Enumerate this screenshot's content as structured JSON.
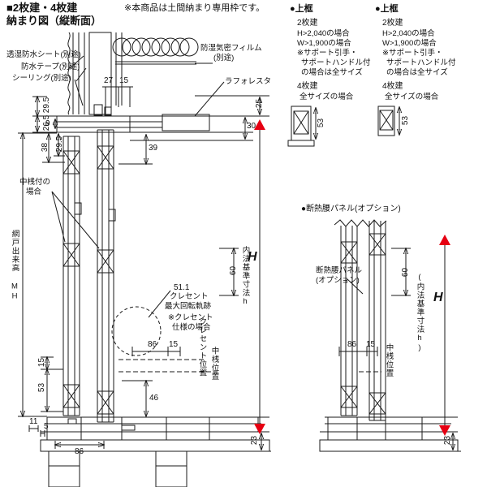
{
  "header": {
    "series": "■2枚建・4枚建",
    "title": "納まり図（縦断面）",
    "note": "※本商品は土間納まり専用枠です。"
  },
  "uf_left": {
    "title": "●上框",
    "p2_label": "2枚建",
    "p2_cond1": "H>2,040の場合",
    "p2_cond2": "W>1,900の場合",
    "p2_note1": "※サポート引手・",
    "p2_note2": "サポートハンドル付",
    "p2_note3": "の場合は全サイズ",
    "p4_label": "4枚建",
    "p4_cond": "全サイズの場合",
    "dim53": "53"
  },
  "uf_right": {
    "title": "●上框",
    "p2_label": "2枚建",
    "p2_cond1": "H>2,040の場合",
    "p2_cond2": "W>1,900の場合",
    "p2_note1": "※サポート引手・",
    "p2_note2": "サポートハンドル付",
    "p2_note3": "の場合は全サイズ",
    "p4_label": "4枚建",
    "p4_cond": "全サイズの場合",
    "dim53": "53"
  },
  "main": {
    "callouts": {
      "sheet": "透湿防水シート(別途)",
      "tape": "防水テープ(別途)",
      "seal": "シーリング(別途)",
      "film1": "防湿気密フィルム",
      "film2": "(別途)",
      "laforesta": "ラフォレスタ",
      "rail_case1": "中桟付の",
      "rail_case2": "場合",
      "screen_mh": "網戸出来高 MH",
      "cres_dim": "51.1",
      "cres_l1": "クレセント",
      "cres_l2": "最大回転軌跡",
      "cres_l3": "※クレセント",
      "cres_l4": "仕様の場合",
      "cres_pos": "クレセント位置",
      "rail_pos": "中桟位置",
      "inner_dim": "内法基準寸法h",
      "h_label": "H"
    },
    "dims": {
      "d27": "27",
      "d15_top": "15",
      "d29_5a": "29.5",
      "d26_5": "26.5",
      "d9": "9",
      "d38": "38",
      "d29_5b": "29.5",
      "d25": "25",
      "d30": "30",
      "d39": "39",
      "d60": "60",
      "d86_mid": "86",
      "d15_mid": "15",
      "d15_left": "15",
      "d53_left": "53",
      "d46": "46",
      "d11": "11",
      "d5": "5",
      "d86_bot": "86",
      "d23": "23"
    }
  },
  "option": {
    "title": "●断熱腰パネル(オプション)",
    "panel_l1": "断熱腰パネル",
    "panel_l2": "(オプション)",
    "h_label": "H",
    "inner_dim": "(内法基準寸法h)",
    "rail_pos": "中桟位置",
    "dims": {
      "d60": "60",
      "d86": "86",
      "d15": "15",
      "d23": "23"
    }
  },
  "colors": {
    "accent_red": "#e60012",
    "line": "#1a1a1a"
  }
}
